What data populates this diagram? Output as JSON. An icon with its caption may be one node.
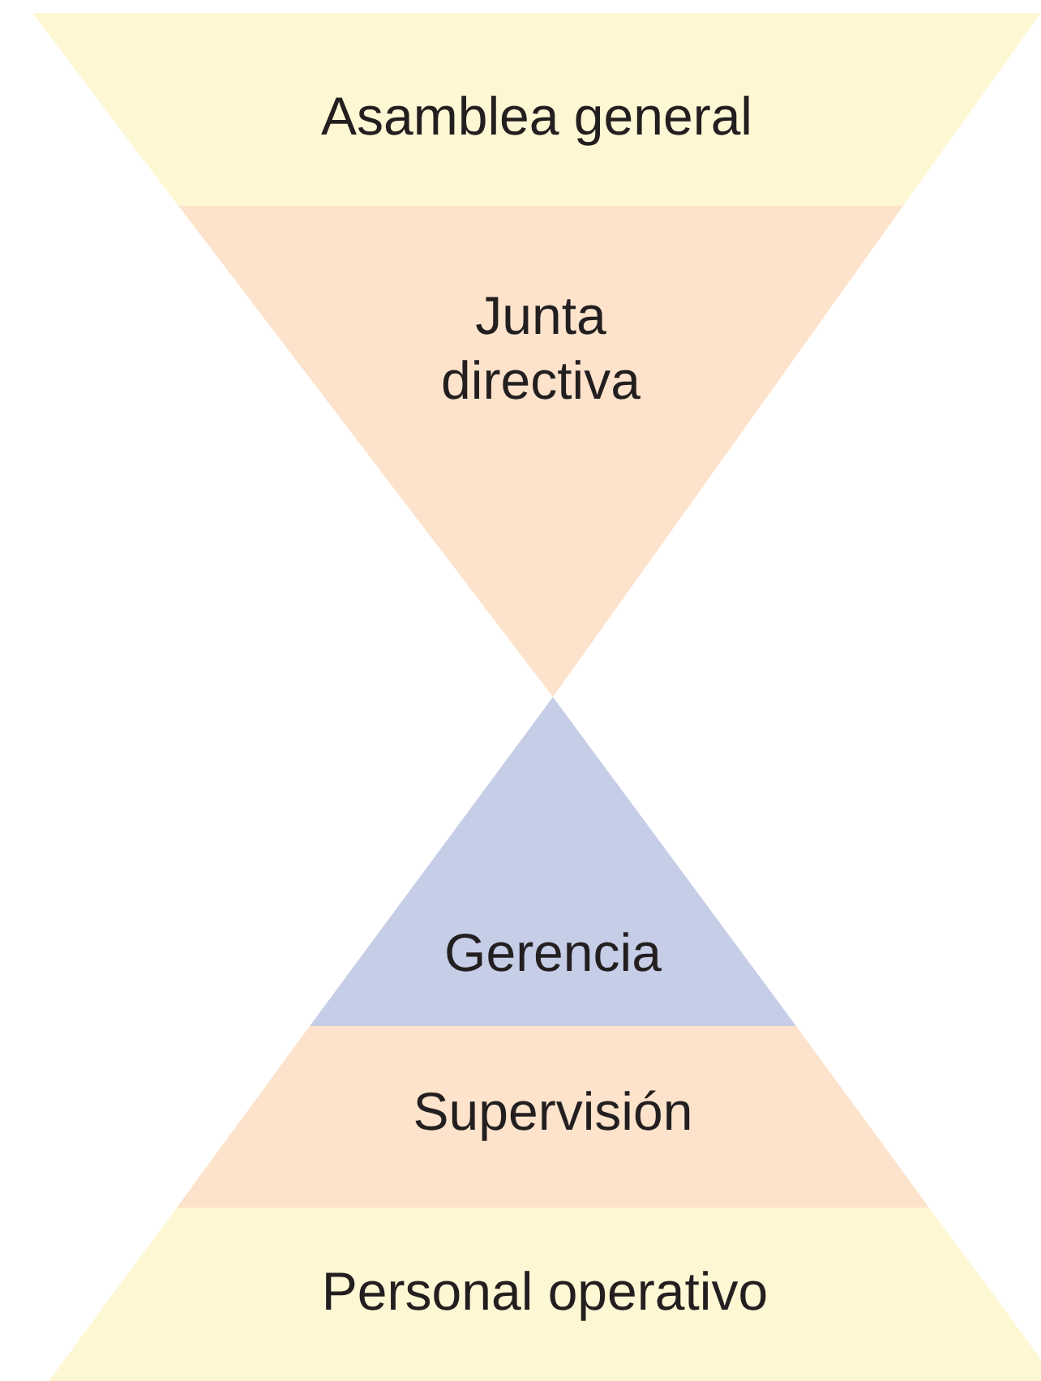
{
  "diagram": {
    "nodes": [
      {
        "text": [
          "Asamblea general"
        ]
      },
      {
        "text": [
          "Junta directiva"
        ]
      },
      {
        "text": [
          "Gerencia"
        ]
      },
      {
        "text": [
          "Supervisión"
        ]
      },
      {
        "text": [
          "Personal operativo"
        ]
      }
    ]
  }
}
